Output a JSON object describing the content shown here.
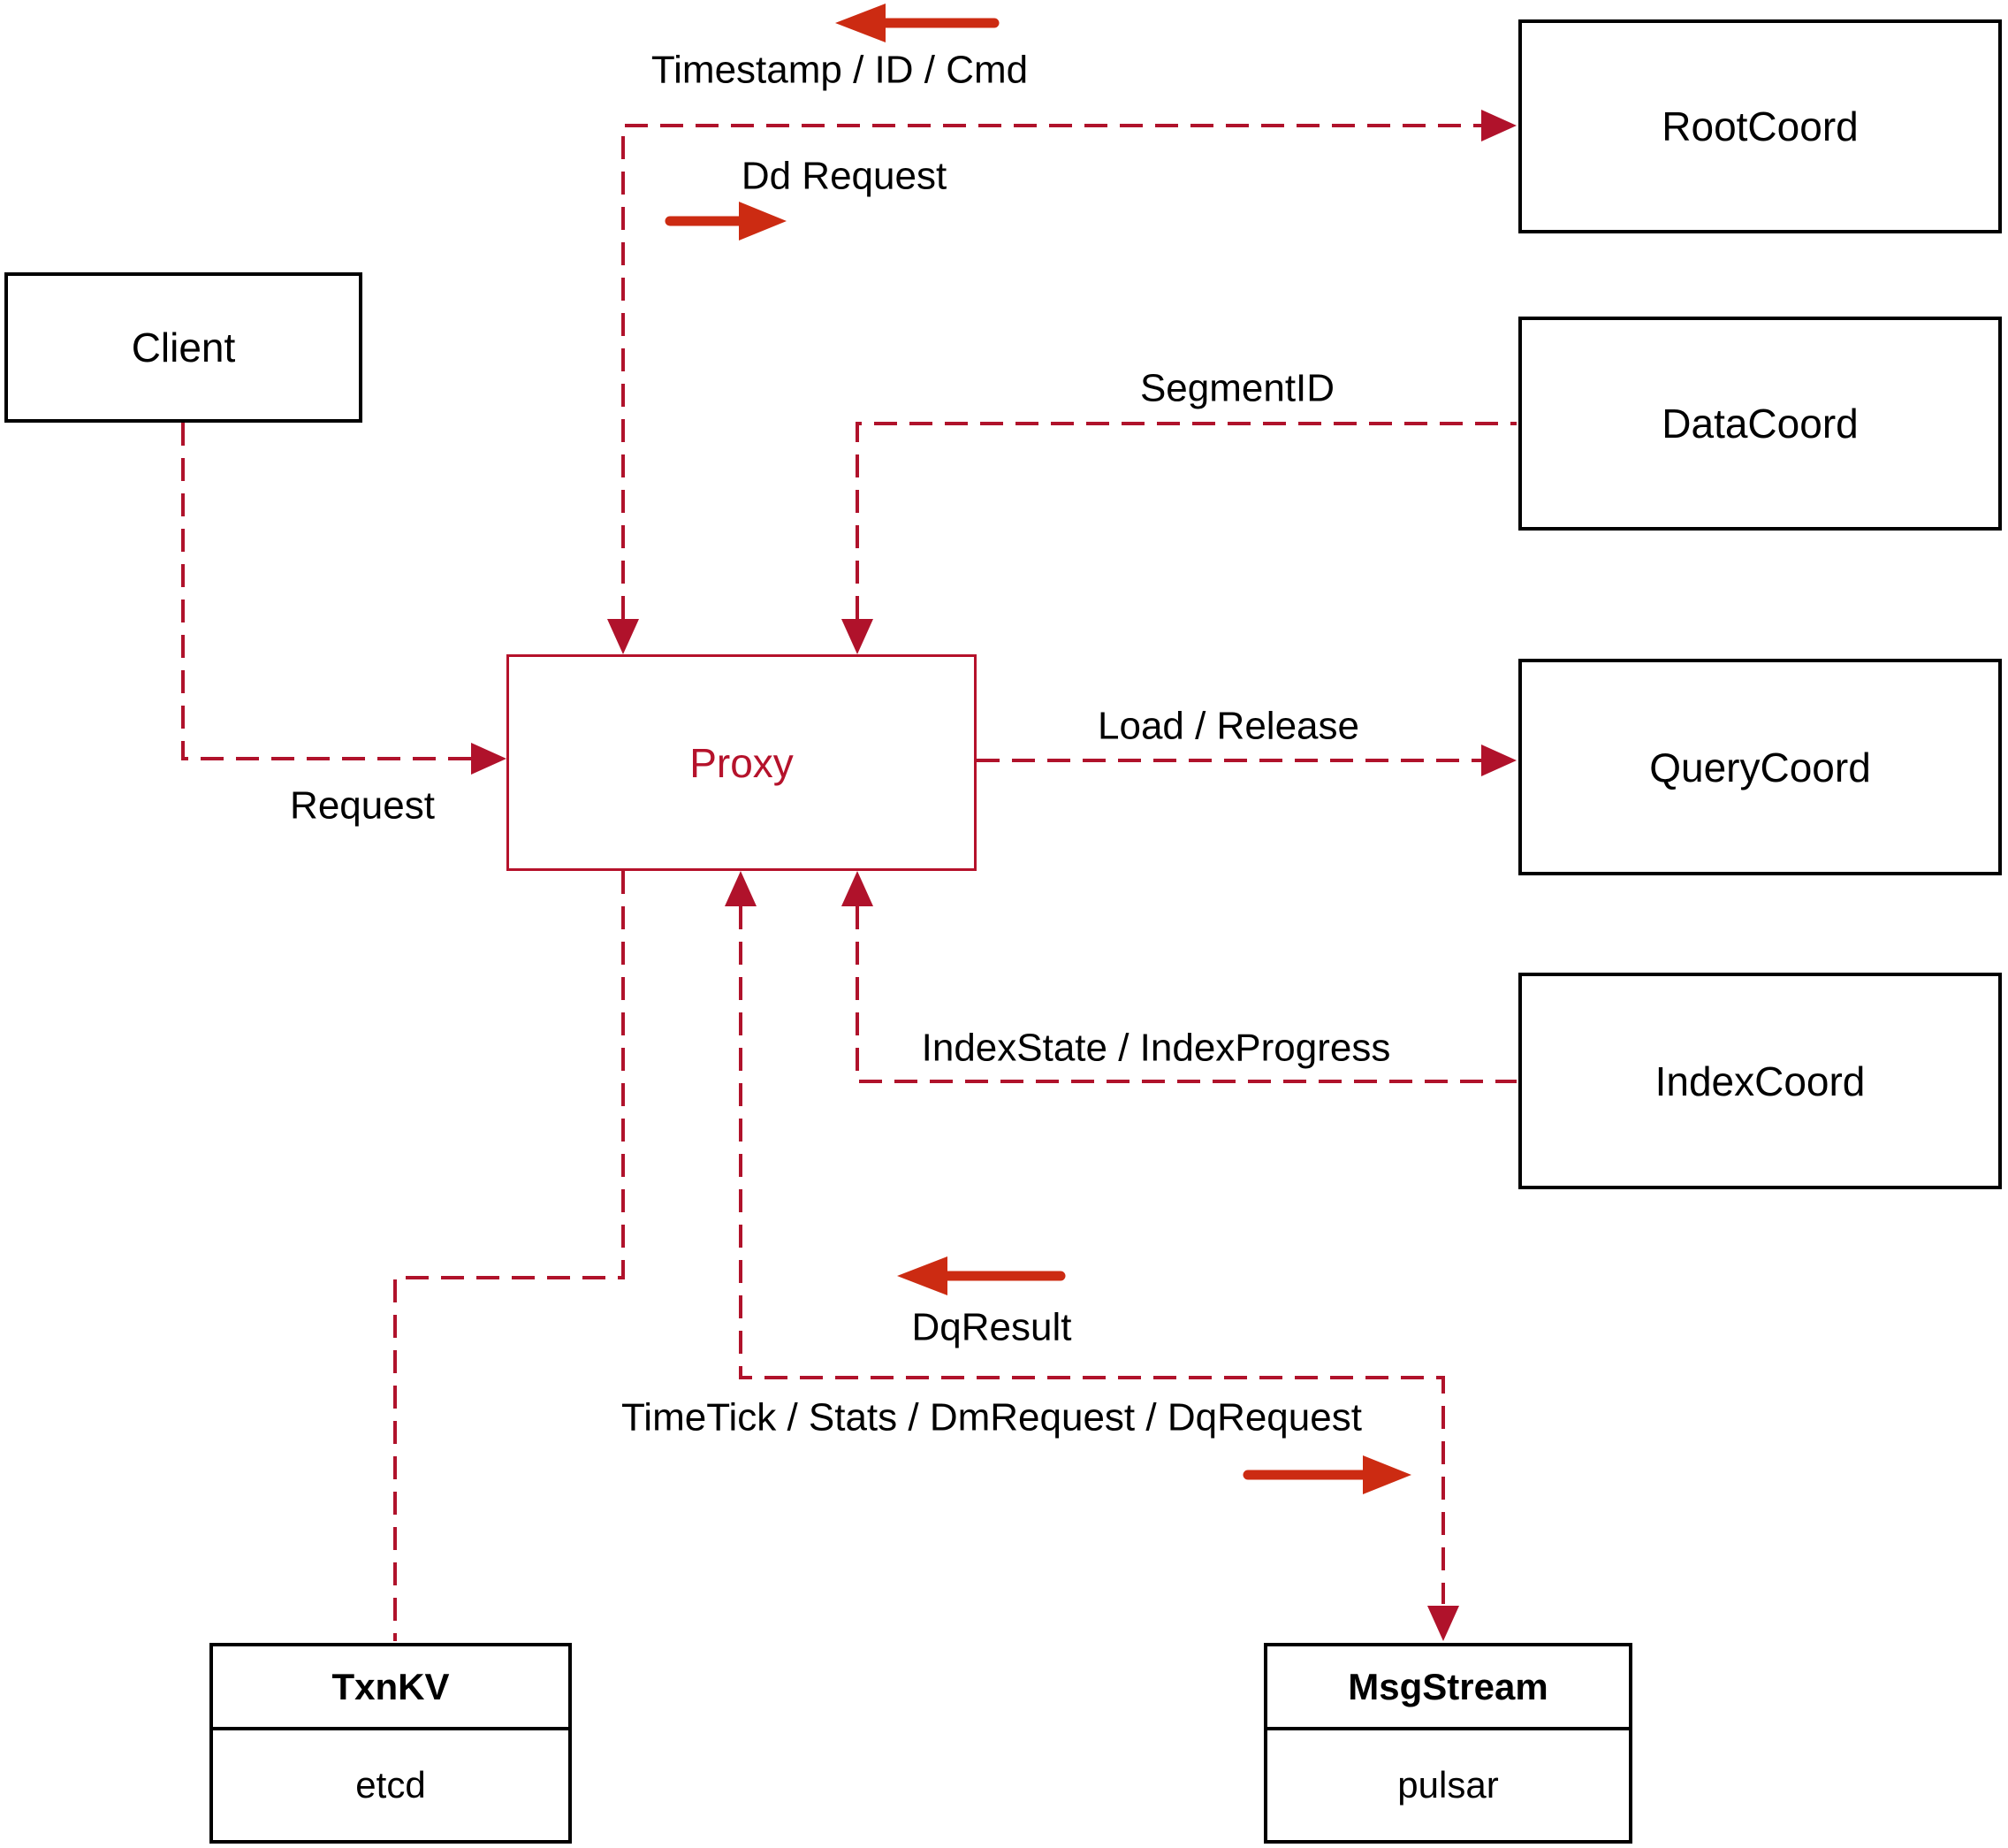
{
  "diagram": {
    "nodes": {
      "client": {
        "label": "Client"
      },
      "proxy": {
        "label": "Proxy"
      },
      "root_coord": {
        "label": "RootCoord"
      },
      "data_coord": {
        "label": "DataCoord"
      },
      "query_coord": {
        "label": "QueryCoord"
      },
      "index_coord": {
        "label": "IndexCoord"
      },
      "txn_kv": {
        "title": "TxnKV",
        "body": "etcd"
      },
      "msg_stream": {
        "title": "MsgStream",
        "body": "pulsar"
      }
    },
    "edge_labels": {
      "timestamp": "Timestamp / ID / Cmd",
      "dd_request": "Dd Request",
      "segment_id": "SegmentID",
      "load_release": "Load / Release",
      "request": "Request",
      "index_state": "IndexState / IndexProgress",
      "dq_result": "DqResult",
      "time_tick": "TimeTick / Stats / DmRequest / DqRequest"
    },
    "colors": {
      "dashed_line": "#b0122b",
      "solid_arrow": "#cc2b12",
      "proxy_accent": "#b5122b",
      "box_border": "#000000",
      "text": "#000000",
      "background": "#ffffff"
    }
  }
}
